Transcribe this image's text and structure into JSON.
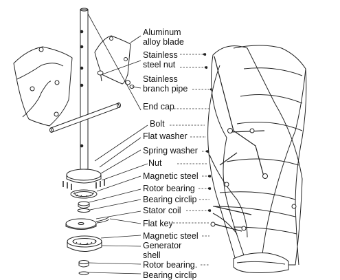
{
  "labels": [
    {
      "key": "aluminum_alloy_blade",
      "line1": "Aluminum",
      "line2": "alloy blade"
    },
    {
      "key": "stainless_steel_nut",
      "line1": "Stainless",
      "line2": "steel nut"
    },
    {
      "key": "stainless_branch_pipe",
      "line1": "Stainless",
      "line2": "branch pipe"
    },
    {
      "key": "end_cap",
      "line1": "End cap"
    },
    {
      "key": "bolt",
      "line1": "Bolt"
    },
    {
      "key": "flat_washer",
      "line1": "Flat washer"
    },
    {
      "key": "spring_washer",
      "line1": "Spring washer"
    },
    {
      "key": "nut",
      "line1": "Nut"
    },
    {
      "key": "magnetic_steel_1",
      "line1": "Magnetic steel"
    },
    {
      "key": "rotor_bearing_1",
      "line1": "Rotor bearing"
    },
    {
      "key": "bearing_circlip",
      "line1": "Bearing circlip"
    },
    {
      "key": "stator_coil",
      "line1": "Stator coil"
    },
    {
      "key": "flat_key",
      "line1": "Flat key"
    },
    {
      "key": "magnetic_steel_2",
      "line1": "Magnetic steel"
    },
    {
      "key": "generator_shell",
      "line1": "Generator",
      "line2": "shell"
    },
    {
      "key": "rotor_bearing_2",
      "line1": "Rotor bearing."
    },
    {
      "key": "bearing_circlip_2",
      "line1": "Bearing circlip"
    }
  ]
}
